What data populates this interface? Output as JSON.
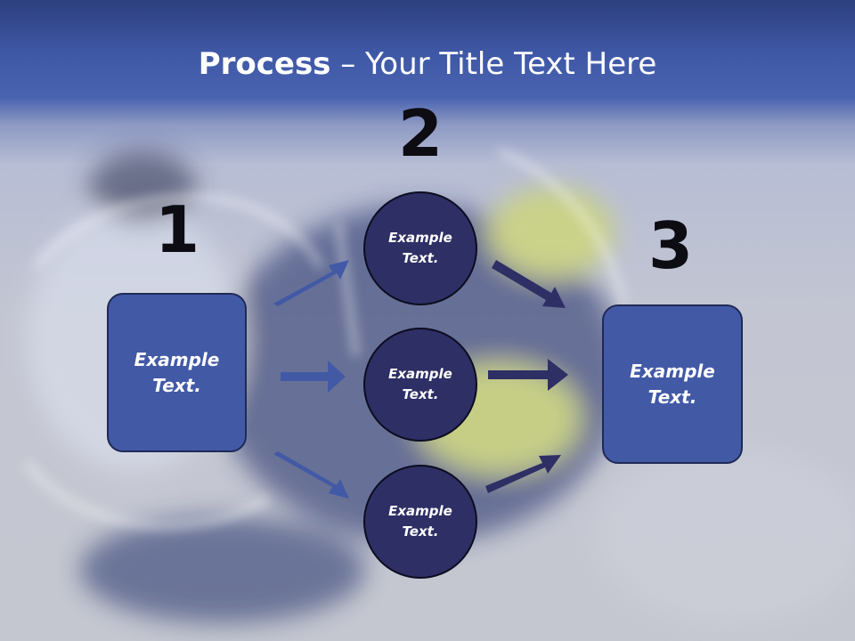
{
  "title": {
    "bold": "Process",
    "rest": " – Your Title Text Here"
  },
  "steps": [
    {
      "number": "1",
      "label": "Example Text."
    },
    {
      "number": "2",
      "labels": [
        "Example Text.",
        "Example Text.",
        "Example Text."
      ]
    },
    {
      "number": "3",
      "label": "Example Text."
    }
  ],
  "colors": {
    "header": "#3f58a6",
    "box": "#4259a6",
    "circle": "#2e2f65",
    "arrow_left": "#4259a6",
    "arrow_right": "#2e2f65"
  }
}
